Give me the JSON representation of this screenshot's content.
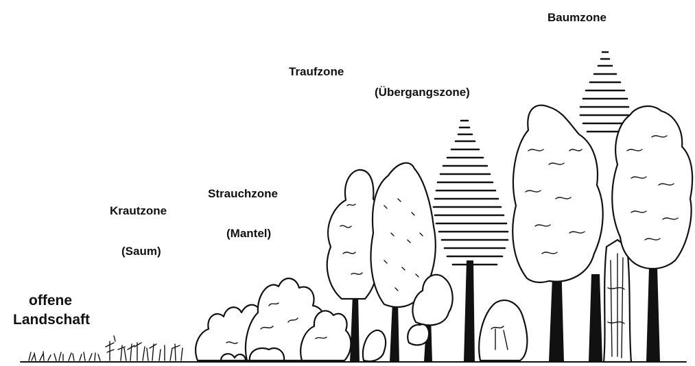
{
  "labels": {
    "offene": "offene",
    "landschaft": "Landschaft",
    "krautzone": "Krautzone",
    "saum": "(Saum)",
    "strauchzone": "Strauchzone",
    "mantel": "(Mantel)",
    "traufzone": "Traufzone",
    "uebergangszone": "(Übergangszone)",
    "baumzone": "Baumzone"
  }
}
